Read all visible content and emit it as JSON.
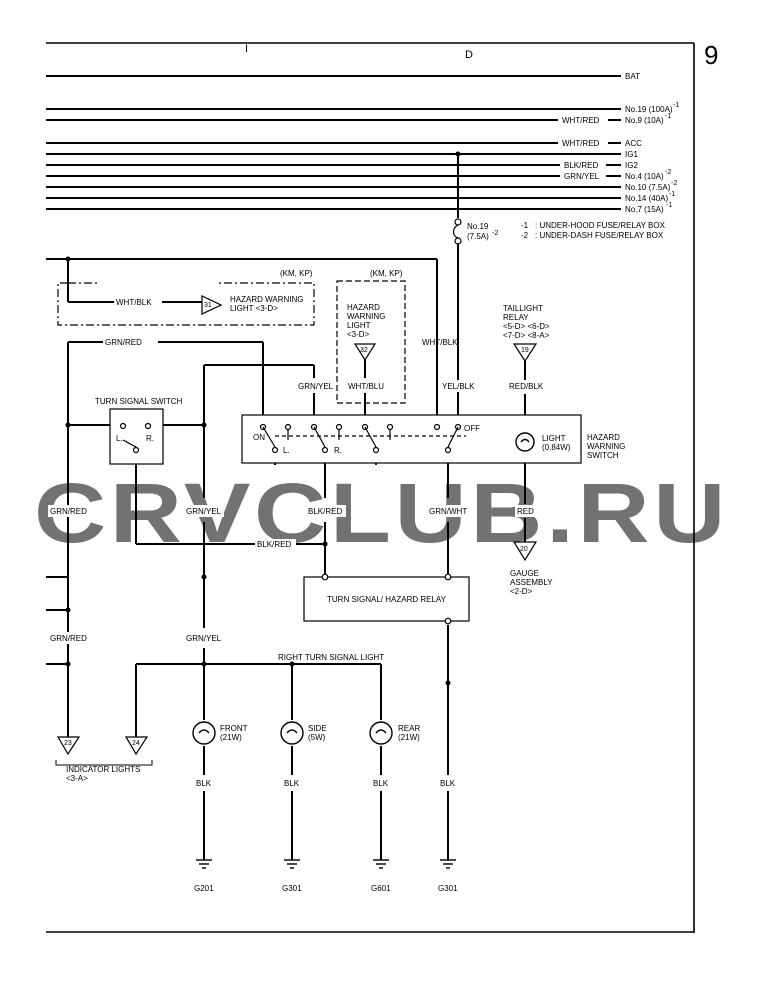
{
  "page_number": "9",
  "column_marks": {
    "i": "I",
    "d": "D"
  },
  "watermark": "CRVCLUB.RU",
  "power_rails": [
    {
      "left": "",
      "right": "BAT",
      "sup": ""
    },
    {
      "left": "",
      "right": "No.19 (100A)",
      "sup": "-1"
    },
    {
      "left": "WHT/RED",
      "right": "No.9 (10A)",
      "sup": "-1"
    },
    {
      "left": "WHT/RED",
      "right": "ACC",
      "sup": ""
    },
    {
      "left": "",
      "right": "IG1",
      "sup": ""
    },
    {
      "left": "BLK/RED",
      "right": "IG2",
      "sup": ""
    },
    {
      "left": "GRN/YEL",
      "right": "No.4 (10A)",
      "sup": "-2"
    },
    {
      "left": "",
      "right": "No.10 (7.5A)",
      "sup": "-2"
    },
    {
      "left": "",
      "right": "No.14 (40A)",
      "sup": "-1"
    },
    {
      "left": "",
      "right": "No.7 (15A)",
      "sup": "-1"
    }
  ],
  "fuse": {
    "name": "No.19",
    "rating": "(7.5A)",
    "sup": "-2"
  },
  "notes": [
    {
      "mark": "-1",
      "text": ": UNDER-HOOD FUSE/RELAY BOX"
    },
    {
      "mark": "-2",
      "text": ": UNDER-DASH FUSE/RELAY BOX"
    }
  ],
  "wires": {
    "wht_blk": "WHT/BLK",
    "grn_red": "GRN/RED",
    "grn_yel": "GRN/YEL",
    "wht_blu": "WHT/BLU",
    "yel_blk": "YEL/BLK",
    "red_blk": "RED/BLK",
    "blk_red": "BLK/RED",
    "grn_wht": "GRN/WHT",
    "red": "RED",
    "blk": "BLK"
  },
  "km_kp": "(KM, KP)",
  "hazard_light_connector": {
    "lines": [
      "HAZARD WARNING",
      "LIGHT <3-D>"
    ],
    "num": "31"
  },
  "hazard_light_box": {
    "lines": [
      "HAZARD",
      "WARNING",
      "LIGHT",
      "<3-D>"
    ],
    "num": "32"
  },
  "taillight_relay": {
    "lines": [
      "TAILLIGHT",
      "RELAY",
      "<5-D> <6-D>",
      "<7-D> <8-A>"
    ],
    "num": "19"
  },
  "turn_signal_switch": {
    "title": "TURN SIGNAL SWITCH",
    "l": "L.",
    "r": "R."
  },
  "hazard_switch": {
    "on": "ON",
    "off": "OFF",
    "l": "L.",
    "r": "R.",
    "light_name": "LIGHT",
    "light_rating": "(0.84W)",
    "title": [
      "HAZARD",
      "WARNING",
      "SWITCH"
    ]
  },
  "gauge": {
    "num": "20",
    "lines": [
      "GAUGE",
      "ASSEMBLY",
      "<2-D>"
    ]
  },
  "relay": "TURN SIGNAL/ HAZARD RELAY",
  "right_turn_signal_light": "RIGHT TURN SIGNAL LIGHT",
  "bulbs": [
    {
      "name": "FRONT",
      "rating": "(21W)"
    },
    {
      "name": "SIDE",
      "rating": "(5W)"
    },
    {
      "name": "REAR",
      "rating": "(21W)"
    }
  ],
  "indicator": {
    "nums": [
      "23",
      "24"
    ],
    "lines": [
      "INDICATOR LIGHTS",
      "<3-A>"
    ]
  },
  "grounds": [
    "G201",
    "G301",
    "G601",
    "G301"
  ]
}
